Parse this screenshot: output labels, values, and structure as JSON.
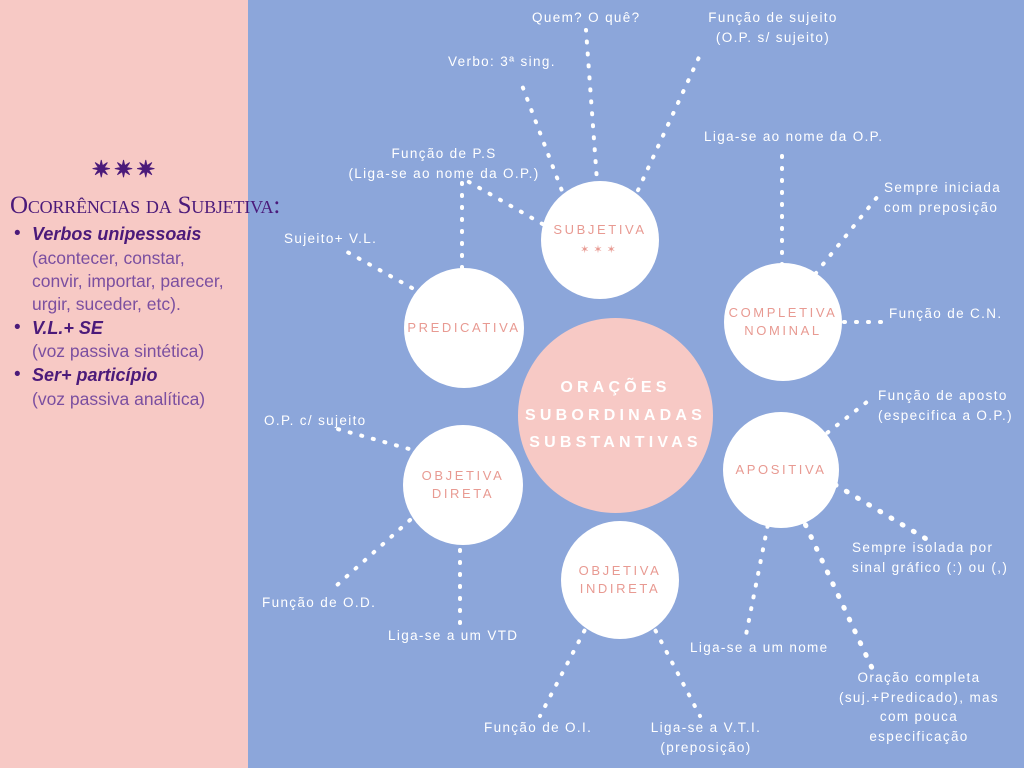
{
  "colors": {
    "panel_bg": "#F7C9C5",
    "diagram_bg": "#8CA6DA",
    "node_bg": "#FFFFFF",
    "node_text": "#E89A92",
    "center_bg": "#F7C9C5",
    "center_text": "#FFFFFF",
    "caption_text": "#FFFFFF",
    "heading_text": "#4B1A7A",
    "subtext": "#7B4FA0"
  },
  "panel": {
    "stars": "✷✷✷",
    "heading": "Ocorrências da Subjetiva:",
    "items": [
      {
        "title": "Verbos unipessoais",
        "sub": "(acontecer, constar, convir, importar, parecer, urgir, suceder, etc)."
      },
      {
        "title": "V.L.+ SE",
        "sub": "(voz passiva sintética)"
      },
      {
        "title": "Ser+ particípio",
        "sub": "(voz passiva analítica)"
      }
    ]
  },
  "center": {
    "line1": "ORAÇÕES",
    "line2": "SUBORDINADAS",
    "line3": "SUBSTANTIVAS"
  },
  "nodes": {
    "subjetiva": {
      "label": "SUBJETIVA",
      "stars": "✶✶✶"
    },
    "predicativa": {
      "label": "PREDICATIVA"
    },
    "completiva_nominal": {
      "label": "COMPLETIVA NOMINAL"
    },
    "apositiva": {
      "label": "APOSITIVA"
    },
    "objetiva_direta": {
      "label": "OBJETIVA DIRETA"
    },
    "objetiva_indireta": {
      "label": "OBJETIVA INDIRETA"
    }
  },
  "captions": {
    "quem_o_que": "Quem? O quê?",
    "funcao_sujeito": "Função de sujeito\n(O.P. s/ sujeito)",
    "verbo_3a_sing": "Verbo: 3ª sing.",
    "funcao_ps": "Função de P.S\n(Liga-se ao nome da O.P.)",
    "sujeito_vl": "Sujeito+ V.L.",
    "liga_nome_op": "Liga-se ao nome da O.P.",
    "sempre_iniciada": "Sempre iniciada\ncom preposição",
    "funcao_cn": "Função de C.N.",
    "funcao_aposto": "Função de aposto\n(especifica a O.P.)",
    "sempre_isolada": "Sempre isolada por\nsinal gráfico (:) ou (,)",
    "oracao_completa": "Oração completa\n(suj.+Predicado), mas\ncom pouca\nespecificação",
    "liga_um_nome": "Liga-se a um nome",
    "liga_vti": "Liga-se a V.T.I.\n(preposição)",
    "funcao_oi": "Função de O.I.",
    "liga_vtd": "Liga-se a um VTD",
    "funcao_od": "Função de O.D.",
    "op_c_sujeito": "O.P. c/ sujeito"
  }
}
